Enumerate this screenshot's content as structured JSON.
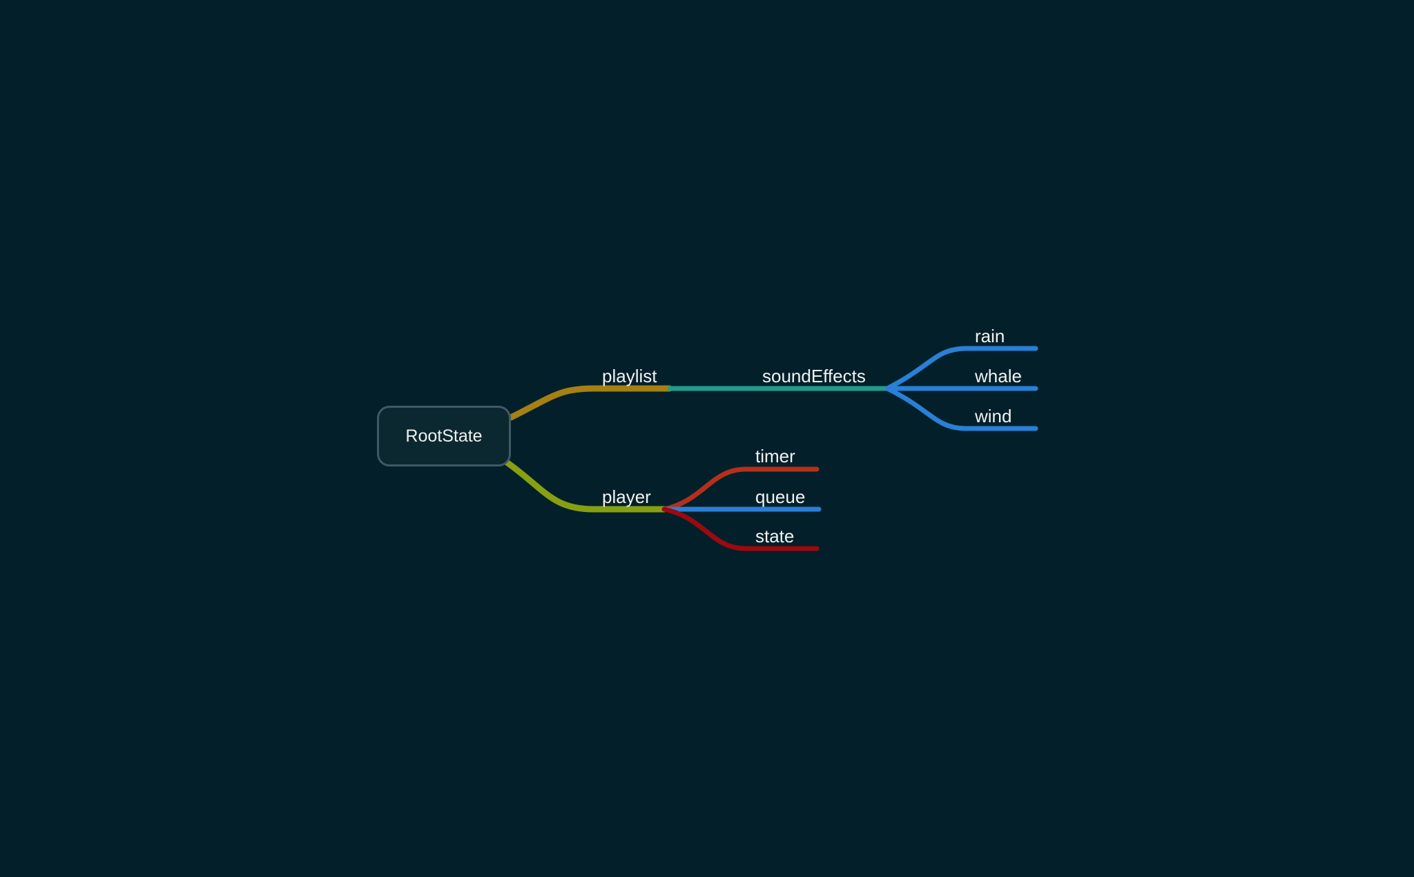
{
  "diagram": {
    "background": "#03202a",
    "root": {
      "label": "RootState"
    },
    "nodes": [
      {
        "id": "playlist",
        "label": "playlist",
        "color": "#a68012"
      },
      {
        "id": "soundEffects",
        "label": "soundEffects",
        "color": "#1f9c8d"
      },
      {
        "id": "rain",
        "label": "rain",
        "color": "#2a7fd6"
      },
      {
        "id": "whale",
        "label": "whale",
        "color": "#2a7fd6"
      },
      {
        "id": "wind",
        "label": "wind",
        "color": "#2a7fd6"
      },
      {
        "id": "player",
        "label": "player",
        "color": "#86a012"
      },
      {
        "id": "timer",
        "label": "timer",
        "color": "#b5301a"
      },
      {
        "id": "queue",
        "label": "queue",
        "color": "#2a7fd6"
      },
      {
        "id": "state",
        "label": "state",
        "color": "#9a0a10"
      }
    ]
  }
}
